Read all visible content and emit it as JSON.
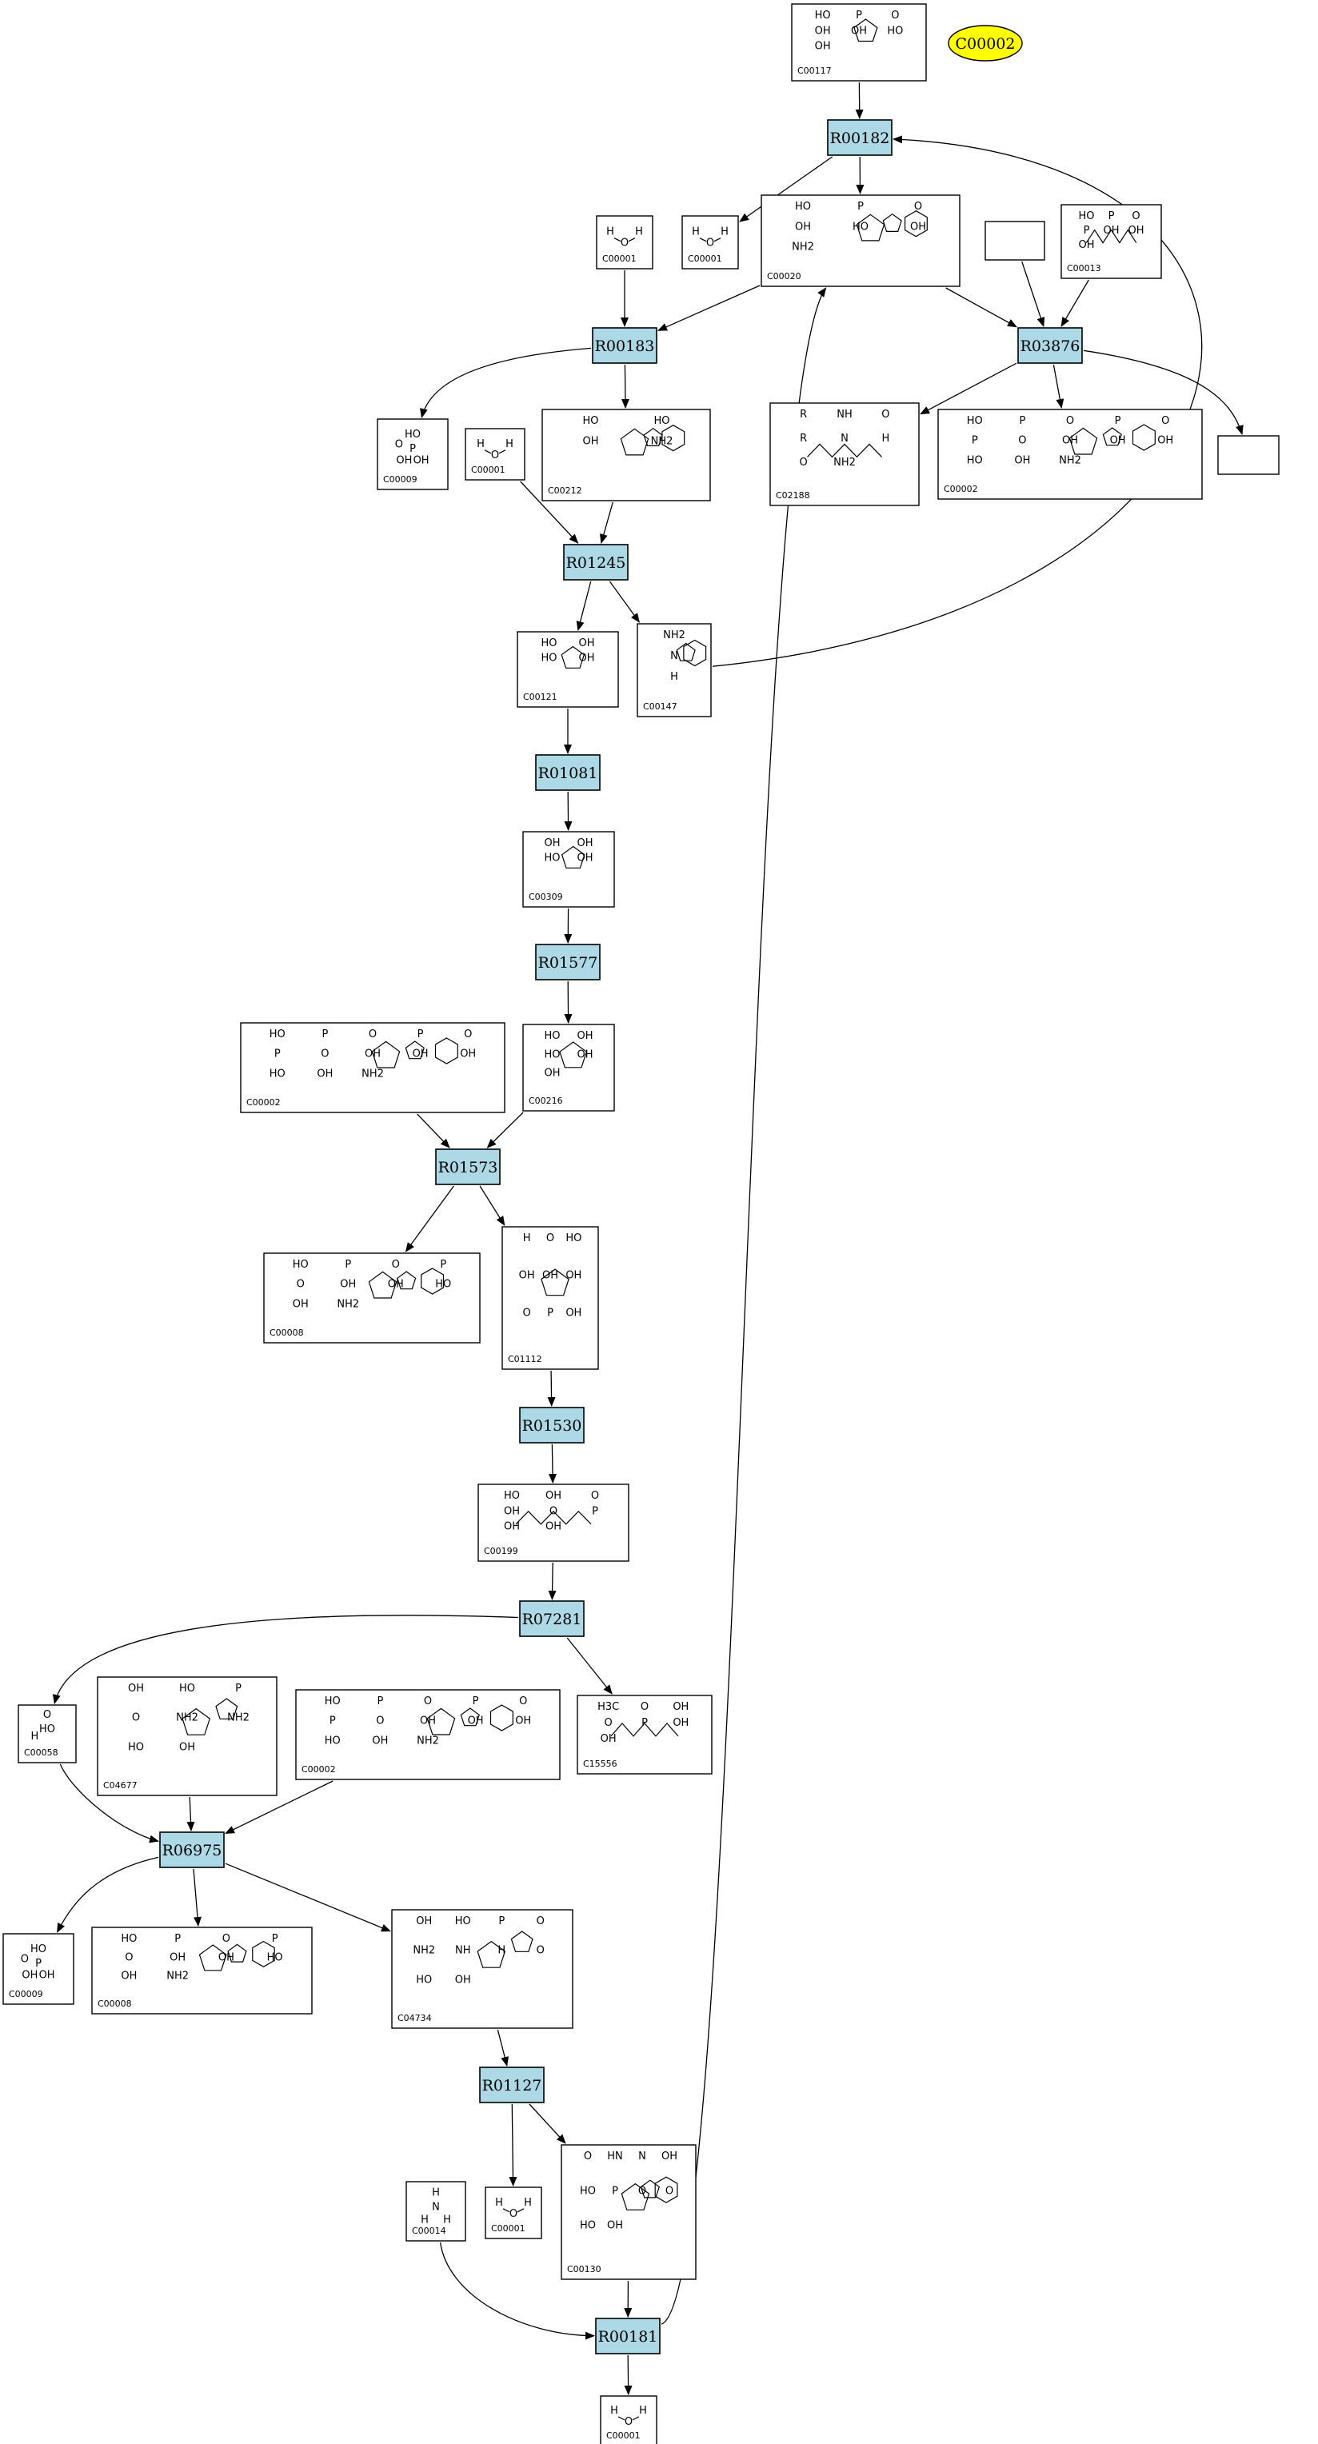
{
  "legend": {
    "label": "C00002",
    "color": "#ffff00"
  },
  "colors": {
    "reaction_fill": "#add8e6",
    "stroke": "#000000",
    "background": "#ffffff"
  },
  "reactions": [
    {
      "id": "r00182",
      "label": "R00182"
    },
    {
      "id": "r00183",
      "label": "R00183"
    },
    {
      "id": "r03876",
      "label": "R03876"
    },
    {
      "id": "r01245",
      "label": "R01245"
    },
    {
      "id": "r01081",
      "label": "R01081"
    },
    {
      "id": "r01577",
      "label": "R01577"
    },
    {
      "id": "r01573",
      "label": "R01573"
    },
    {
      "id": "r01530",
      "label": "R01530"
    },
    {
      "id": "r07281",
      "label": "R07281"
    },
    {
      "id": "r06975",
      "label": "R06975"
    },
    {
      "id": "r01127",
      "label": "R01127"
    },
    {
      "id": "r00181",
      "label": "R00181"
    }
  ],
  "compounds": [
    {
      "id": "c00117",
      "label": "C00117",
      "glyph": "ribose-phosphate",
      "atoms": [
        "HO",
        "P",
        "O",
        "OH",
        "OH",
        "HO",
        "OH"
      ]
    },
    {
      "id": "c00001a",
      "label": "C00001",
      "glyph": "water",
      "atoms": [
        "H",
        "O",
        "H"
      ]
    },
    {
      "id": "c00001b",
      "label": "C00001",
      "glyph": "water",
      "atoms": [
        "H",
        "O",
        "H"
      ]
    },
    {
      "id": "c00020",
      "label": "C00020",
      "glyph": "nucleotide",
      "atoms": [
        "HO",
        "P",
        "O",
        "OH",
        "HO",
        "OH",
        "NH2"
      ]
    },
    {
      "id": "blank1",
      "label": "",
      "glyph": "none",
      "atoms": []
    },
    {
      "id": "c00013",
      "label": "C00013",
      "glyph": "pyrophosphate",
      "atoms": [
        "HO",
        "P",
        "O",
        "P",
        "OH",
        "OH",
        "OH"
      ]
    },
    {
      "id": "c00009a",
      "label": "C00009",
      "glyph": "phosphate",
      "atoms": [
        "HO",
        "P",
        "OH",
        "OH",
        "O"
      ]
    },
    {
      "id": "c00001c",
      "label": "C00001",
      "glyph": "water",
      "atoms": [
        "H",
        "O",
        "H"
      ]
    },
    {
      "id": "c00212",
      "label": "C00212",
      "glyph": "nucleoside",
      "atoms": [
        "HO",
        "HO",
        "OH",
        "NH2"
      ]
    },
    {
      "id": "c02188",
      "label": "C02188",
      "glyph": "peptide",
      "atoms": [
        "R",
        "NH",
        "O",
        "R",
        "N",
        "H",
        "O",
        "NH2"
      ]
    },
    {
      "id": "c00002a",
      "label": "C00002",
      "glyph": "nucleotide-tri",
      "atoms": [
        "HO",
        "P",
        "O",
        "P",
        "O",
        "P",
        "O",
        "OH",
        "OH",
        "OH",
        "HO",
        "OH",
        "NH2"
      ]
    },
    {
      "id": "blank2",
      "label": "",
      "glyph": "none",
      "atoms": []
    },
    {
      "id": "c00121",
      "label": "C00121",
      "glyph": "sugar",
      "atoms": [
        "HO",
        "OH",
        "HO",
        "OH"
      ]
    },
    {
      "id": "c00147",
      "label": "C00147",
      "glyph": "purine",
      "atoms": [
        "NH2",
        "N",
        "H"
      ]
    },
    {
      "id": "c00309",
      "label": "C00309",
      "glyph": "sugar",
      "atoms": [
        "OH",
        "OH",
        "HO",
        "OH"
      ]
    },
    {
      "id": "c00002b",
      "label": "C00002",
      "glyph": "nucleotide-tri",
      "atoms": [
        "HO",
        "P",
        "O",
        "P",
        "O",
        "P",
        "O",
        "OH",
        "OH",
        "OH",
        "HO",
        "OH",
        "NH2"
      ]
    },
    {
      "id": "c00216",
      "label": "C00216",
      "glyph": "sugar",
      "atoms": [
        "HO",
        "OH",
        "HO",
        "OH",
        "OH"
      ]
    },
    {
      "id": "c00008a",
      "label": "C00008",
      "glyph": "nucleotide-di",
      "atoms": [
        "HO",
        "P",
        "O",
        "P",
        "O",
        "OH",
        "OH",
        "HO",
        "OH",
        "NH2"
      ]
    },
    {
      "id": "c01112",
      "label": "C01112",
      "glyph": "sugar-phosphate-chain",
      "atoms": [
        "H",
        "O",
        "HO",
        "OH",
        "OH",
        "OH",
        "O",
        "P",
        "OH"
      ]
    },
    {
      "id": "c00199",
      "label": "C00199",
      "glyph": "chain-phosphate",
      "atoms": [
        "HO",
        "OH",
        "O",
        "OH",
        "O",
        "P",
        "OH",
        "OH"
      ]
    },
    {
      "id": "c00058",
      "label": "C00058",
      "glyph": "formate",
      "atoms": [
        "O",
        "HO",
        "H"
      ]
    },
    {
      "id": "c04677",
      "label": "C04677",
      "glyph": "imidazole-nucleotide",
      "atoms": [
        "OH",
        "HO",
        "P",
        "O",
        "NH2",
        "NH2",
        "HO",
        "OH"
      ]
    },
    {
      "id": "c00002c",
      "label": "C00002",
      "glyph": "nucleotide-tri",
      "atoms": [
        "HO",
        "P",
        "O",
        "P",
        "O",
        "P",
        "O",
        "OH",
        "OH",
        "OH",
        "HO",
        "OH",
        "NH2"
      ]
    },
    {
      "id": "c15556",
      "label": "C15556",
      "glyph": "chain-phosphate-short",
      "atoms": [
        "H3C",
        "O",
        "OH",
        "O",
        "P",
        "OH",
        "OH"
      ]
    },
    {
      "id": "c00009b",
      "label": "C00009",
      "glyph": "phosphate",
      "atoms": [
        "HO",
        "P",
        "OH",
        "OH",
        "O"
      ]
    },
    {
      "id": "c00008b",
      "label": "C00008",
      "glyph": "nucleotide-di",
      "atoms": [
        "HO",
        "P",
        "O",
        "P",
        "O",
        "OH",
        "OH",
        "HO",
        "OH",
        "NH2"
      ]
    },
    {
      "id": "c04734",
      "label": "C04734",
      "glyph": "imidazole-nucleotide",
      "atoms": [
        "OH",
        "HO",
        "P",
        "O",
        "NH2",
        "NH",
        "H",
        "O",
        "HO",
        "OH"
      ]
    },
    {
      "id": "c00014",
      "label": "C00014",
      "glyph": "ammonia",
      "atoms": [
        "H",
        "N",
        "H",
        "H"
      ]
    },
    {
      "id": "c00001d",
      "label": "C00001",
      "glyph": "water",
      "atoms": [
        "H",
        "O",
        "H"
      ]
    },
    {
      "id": "c00130",
      "label": "C00130",
      "glyph": "nucleotide",
      "atoms": [
        "O",
        "HN",
        "N",
        "OH",
        "HO",
        "P",
        "O",
        "O",
        "HO",
        "OH"
      ]
    },
    {
      "id": "c00001e",
      "label": "C00001",
      "glyph": "water",
      "atoms": [
        "H",
        "O",
        "H"
      ]
    }
  ],
  "edges": [
    {
      "from": "c00117",
      "to": "r00182"
    },
    {
      "from": "r00182",
      "to": "c00001b"
    },
    {
      "from": "r00182",
      "to": "c00020"
    },
    {
      "from": "c00020",
      "to": "r00183"
    },
    {
      "from": "c00001a",
      "to": "r00183"
    },
    {
      "from": "c00020",
      "to": "r03876"
    },
    {
      "from": "blank1",
      "to": "r03876"
    },
    {
      "from": "c00013",
      "to": "r03876"
    },
    {
      "from": "r00183",
      "to": "c00009a"
    },
    {
      "from": "r00183",
      "to": "c00212"
    },
    {
      "from": "r03876",
      "to": "c02188"
    },
    {
      "from": "r03876",
      "to": "c00002a"
    },
    {
      "from": "r03876",
      "to": "blank2"
    },
    {
      "from": "c00001c",
      "to": "r01245"
    },
    {
      "from": "c00212",
      "to": "r01245"
    },
    {
      "from": "r01245",
      "to": "c00121"
    },
    {
      "from": "r01245",
      "to": "c00147"
    },
    {
      "from": "c00147",
      "to": "r00182"
    },
    {
      "from": "c00121",
      "to": "r01081"
    },
    {
      "from": "r01081",
      "to": "c00309"
    },
    {
      "from": "c00309",
      "to": "r01577"
    },
    {
      "from": "r01577",
      "to": "c00216"
    },
    {
      "from": "c00002b",
      "to": "r01573"
    },
    {
      "from": "c00216",
      "to": "r01573"
    },
    {
      "from": "r01573",
      "to": "c00008a"
    },
    {
      "from": "r01573",
      "to": "c01112"
    },
    {
      "from": "c01112",
      "to": "r01530"
    },
    {
      "from": "r01530",
      "to": "c00199"
    },
    {
      "from": "c00199",
      "to": "r07281"
    },
    {
      "from": "r07281",
      "to": "c00058"
    },
    {
      "from": "r07281",
      "to": "c15556"
    },
    {
      "from": "c00058",
      "to": "r06975"
    },
    {
      "from": "c04677",
      "to": "r06975"
    },
    {
      "from": "c00002c",
      "to": "r06975"
    },
    {
      "from": "r06975",
      "to": "c00009b"
    },
    {
      "from": "r06975",
      "to": "c00008b"
    },
    {
      "from": "r06975",
      "to": "c04734"
    },
    {
      "from": "c04734",
      "to": "r01127"
    },
    {
      "from": "r01127",
      "to": "c00001d"
    },
    {
      "from": "r01127",
      "to": "c00130"
    },
    {
      "from": "c00014",
      "to": "r00181"
    },
    {
      "from": "c00130",
      "to": "r00181"
    },
    {
      "from": "r00181",
      "to": "c00001e"
    },
    {
      "from": "r00181",
      "to": "c00020"
    }
  ]
}
